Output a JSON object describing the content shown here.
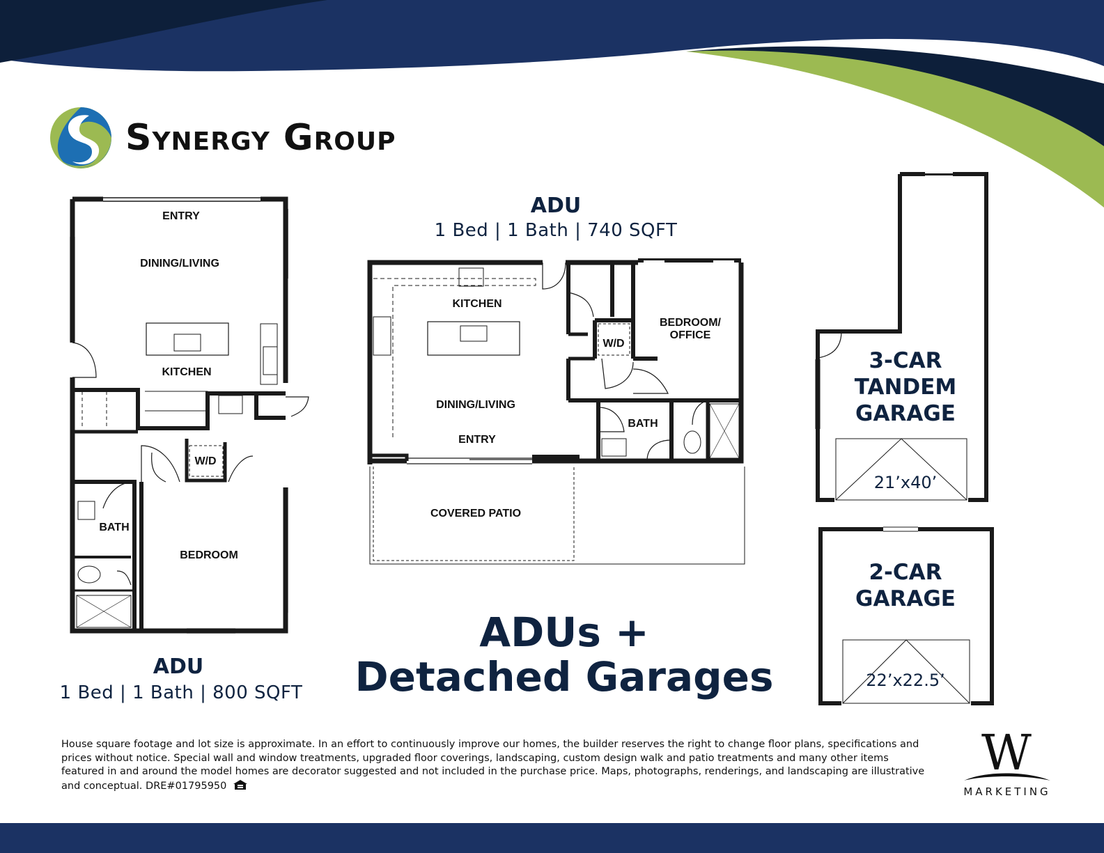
{
  "brand": {
    "name": "Synergy Group",
    "colors": {
      "navy": "#1b3263",
      "dark_navy": "#0d1f3a",
      "green": "#9cba52",
      "text": "#0f2340"
    }
  },
  "headline": {
    "line1": "ADUs +",
    "line2": "Detached Garages"
  },
  "plan_left": {
    "title": "ADU",
    "subtitle": "1 Bed | 1 Bath | 800 SQFT",
    "rooms": {
      "entry": "ENTRY",
      "dining_living": "DINING/LIVING",
      "kitchen": "KITCHEN",
      "wd": "W/D",
      "bath": "BATH",
      "bedroom": "BEDROOM"
    }
  },
  "plan_center": {
    "title": "ADU",
    "subtitle": "1 Bed | 1 Bath | 740 SQFT",
    "rooms": {
      "kitchen": "KITCHEN",
      "bedroom_office_1": "BEDROOM/",
      "bedroom_office_2": "OFFICE",
      "wd": "W/D",
      "dining_living": "DINING/LIVING",
      "bath": "BATH",
      "entry": "ENTRY",
      "covered_patio": "COVERED PATIO"
    }
  },
  "garage_tandem": {
    "line1": "3-CAR",
    "line2": "TANDEM",
    "line3": "GARAGE",
    "dimensions": "21’x40’"
  },
  "garage_two": {
    "line1": "2-CAR",
    "line2": "GARAGE",
    "dimensions": "22’x22.5’"
  },
  "disclaimer": "House square footage and lot size is approximate. In an effort to continuously improve our homes, the builder reserves the right to change floor plans, specifications and prices without notice. Special wall and window treatments, upgraded floor coverings, landscaping, custom design walk and patio treatments and many other items featured in and around the model homes are decorator suggested and not included in the purchase price. Maps, photographs, renderings, and landscaping are illustrative and conceptual. DRE#01795950",
  "marketing_logo": {
    "letter": "W",
    "text": "MARKETING"
  },
  "icons": {
    "equal_housing": "equal-housing-icon",
    "brand_logo": "synergy-s-logo-icon"
  }
}
